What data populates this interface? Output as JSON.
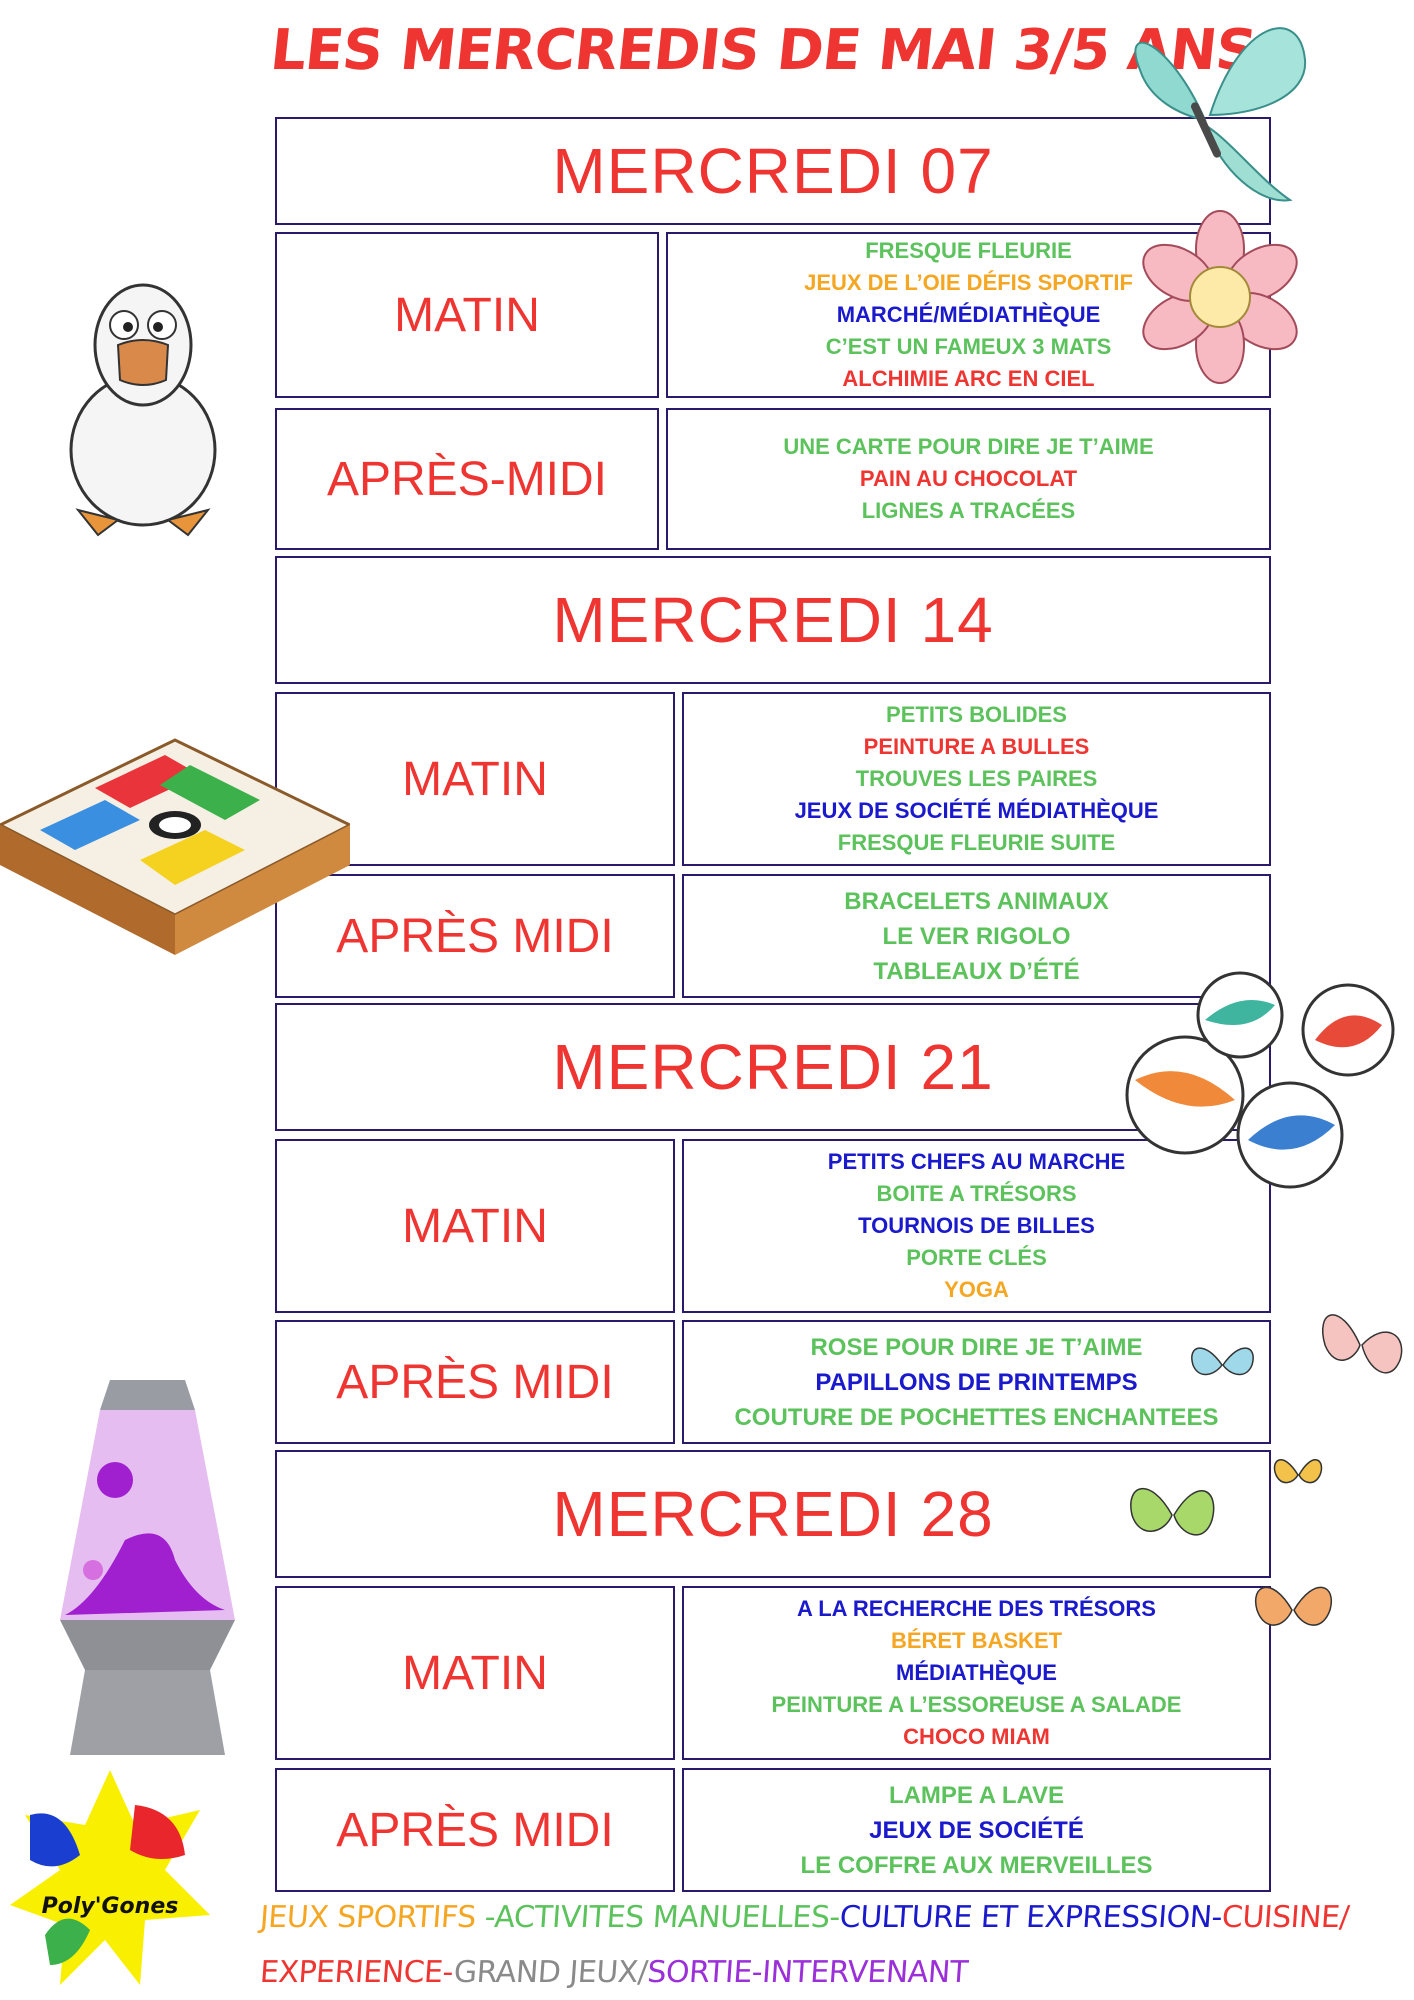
{
  "title": "LES MERCREDIS DE MAI 3/5 ANS",
  "colors": {
    "title_red": "#ee3531",
    "border": "#2b1a6b",
    "green": "#5cc25c",
    "orange": "#f5a623",
    "blue": "#1a1acc",
    "red": "#ee3531"
  },
  "days": [
    {
      "label": "MERCREDI 07",
      "morning": {
        "label": "MATIN",
        "activities": [
          {
            "text": "FRESQUE FLEURIE",
            "color": "#5cc25c"
          },
          {
            "text": "JEUX DE L’OIE DÉFIS SPORTIF",
            "color": "#f5a623"
          },
          {
            "text": "MARCHÉ/MÉDIATHÈQUE",
            "color": "#1a1acc"
          },
          {
            "text": "C’EST UN FAMEUX 3 MATS",
            "color": "#5cc25c"
          },
          {
            "text": "ALCHIMIE ARC EN CIEL",
            "color": "#ee3531"
          }
        ]
      },
      "afternoon": {
        "label": "APRÈS-MIDI",
        "activities": [
          {
            "text": "UNE CARTE POUR DIRE JE T’AIME",
            "color": "#5cc25c"
          },
          {
            "text": "PAIN AU CHOCOLAT",
            "color": "#ee3531"
          },
          {
            "text": "LIGNES A TRACÉES",
            "color": "#5cc25c"
          }
        ]
      }
    },
    {
      "label": "MERCREDI 14",
      "morning": {
        "label": "MATIN",
        "activities": [
          {
            "text": "PETITS BOLIDES",
            "color": "#5cc25c"
          },
          {
            "text": "PEINTURE A BULLES",
            "color": "#ee3531"
          },
          {
            "text": "TROUVES LES PAIRES",
            "color": "#5cc25c"
          },
          {
            "text": "JEUX DE SOCIÉTÉ MÉDIATHÈQUE",
            "color": "#1a1acc"
          },
          {
            "text": "FRESQUE FLEURIE SUITE",
            "color": "#5cc25c"
          }
        ]
      },
      "afternoon": {
        "label": "APRÈS MIDI",
        "activities": [
          {
            "text": "BRACELETS ANIMAUX",
            "color": "#5cc25c"
          },
          {
            "text": "LE VER RIGOLO",
            "color": "#5cc25c"
          },
          {
            "text": "TABLEAUX D’ÉTÉ",
            "color": "#5cc25c"
          }
        ]
      }
    },
    {
      "label": "MERCREDI 21",
      "morning": {
        "label": "MATIN",
        "activities": [
          {
            "text": "PETITS CHEFS AU MARCHE",
            "color": "#1a1acc"
          },
          {
            "text": "BOITE A TRÉSORS",
            "color": "#5cc25c"
          },
          {
            "text": "TOURNOIS DE BILLES",
            "color": "#1a1acc"
          },
          {
            "text": "PORTE CLÉS",
            "color": "#5cc25c"
          },
          {
            "text": "YOGA",
            "color": "#f5a623"
          }
        ]
      },
      "afternoon": {
        "label": "APRÈS MIDI",
        "activities": [
          {
            "text": "ROSE POUR DIRE JE T’AIME",
            "color": "#5cc25c"
          },
          {
            "text": "PAPILLONS DE PRINTEMPS",
            "color": "#1a1acc"
          },
          {
            "text": "COUTURE DE POCHETTES ENCHANTEES",
            "color": "#5cc25c"
          }
        ]
      }
    },
    {
      "label": "MERCREDI 28",
      "morning": {
        "label": "MATIN",
        "activities": [
          {
            "text": "A LA RECHERCHE DES TRÉSORS",
            "color": "#1a1acc"
          },
          {
            "text": "BÉRET BASKET",
            "color": "#f5a623"
          },
          {
            "text": "MÉDIATHÈQUE",
            "color": "#1a1acc"
          },
          {
            "text": "PEINTURE A L’ESSOREUSE A SALADE",
            "color": "#5cc25c"
          },
          {
            "text": "CHOCO MIAM",
            "color": "#ee3531"
          }
        ]
      },
      "afternoon": {
        "label": "APRÈS MIDI",
        "activities": [
          {
            "text": "LAMPE A LAVE",
            "color": "#5cc25c"
          },
          {
            "text": "JEUX DE SOCIÉTÉ",
            "color": "#1a1acc"
          },
          {
            "text": "LE COFFRE AUX MERVEILLES",
            "color": "#5cc25c"
          }
        ]
      }
    }
  ],
  "legend": {
    "line1": [
      {
        "text": "JEUX SPORTIFS ",
        "color": "#f5a623"
      },
      {
        "text": "-ACTIVITES MANUELLES-",
        "color": "#5cc25c"
      },
      {
        "text": "CULTURE ET EXPRESSION-",
        "color": "#1a1acc"
      },
      {
        "text": "CUISINE/",
        "color": "#ee3531"
      }
    ],
    "line2": [
      {
        "text": "EXPERIENCE-",
        "color": "#ee3531"
      },
      {
        "text": "GRAND JEUX/",
        "color": "#8a8a8a"
      },
      {
        "text": "SORTIE-INTERVENANT",
        "color": "#9b30d9"
      }
    ]
  },
  "logo_text": "Poly'Gones"
}
